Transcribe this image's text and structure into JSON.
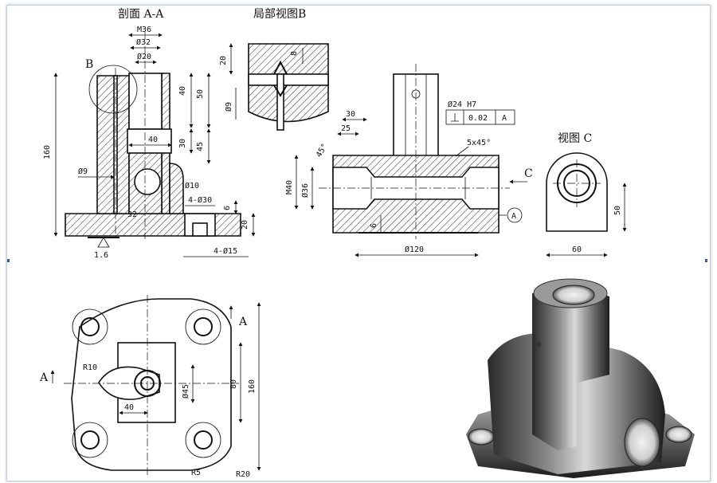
{
  "titles": {
    "section_aa": "剖面 A-A",
    "detail_b": "局部视图B",
    "view_c": "视图 C"
  },
  "labels": {
    "b_marker": "B",
    "a_left": "A",
    "a_top": "A",
    "c_arrow": "C",
    "datum_a": "A"
  },
  "dims_section": {
    "m36": "M36",
    "d32": "Ø32",
    "d20": "Ø20",
    "d40": "40",
    "d50": "50",
    "h160": "160",
    "w40": "40",
    "d30v": "30",
    "d45": "45",
    "d9": "Ø9",
    "d10": "Ø10",
    "holes30": "4-Ø30",
    "d6": "6",
    "d20r": "20",
    "d32b": "32",
    "rough": "1.6",
    "holes15": "4-Ø15"
  },
  "dims_detail": {
    "d20": "20",
    "d8": "8",
    "d9": "Ø9"
  },
  "dims_front": {
    "d30": "30",
    "d25": "25",
    "a45": "45°",
    "tol_dia": "Ø24 H7",
    "tol_val": "0.02",
    "tol_ref": "A",
    "chamfer": "5x45°",
    "m40": "M40",
    "d36": "Ø36",
    "d6": "6",
    "d120": "Ø120"
  },
  "dims_viewc": {
    "h50": "50",
    "w60": "60"
  },
  "dims_plan": {
    "r10": "R10",
    "d45": "Ø45",
    "d40": "40",
    "d80": "80",
    "d160": "160",
    "r5": "R5",
    "r20": "R20"
  }
}
